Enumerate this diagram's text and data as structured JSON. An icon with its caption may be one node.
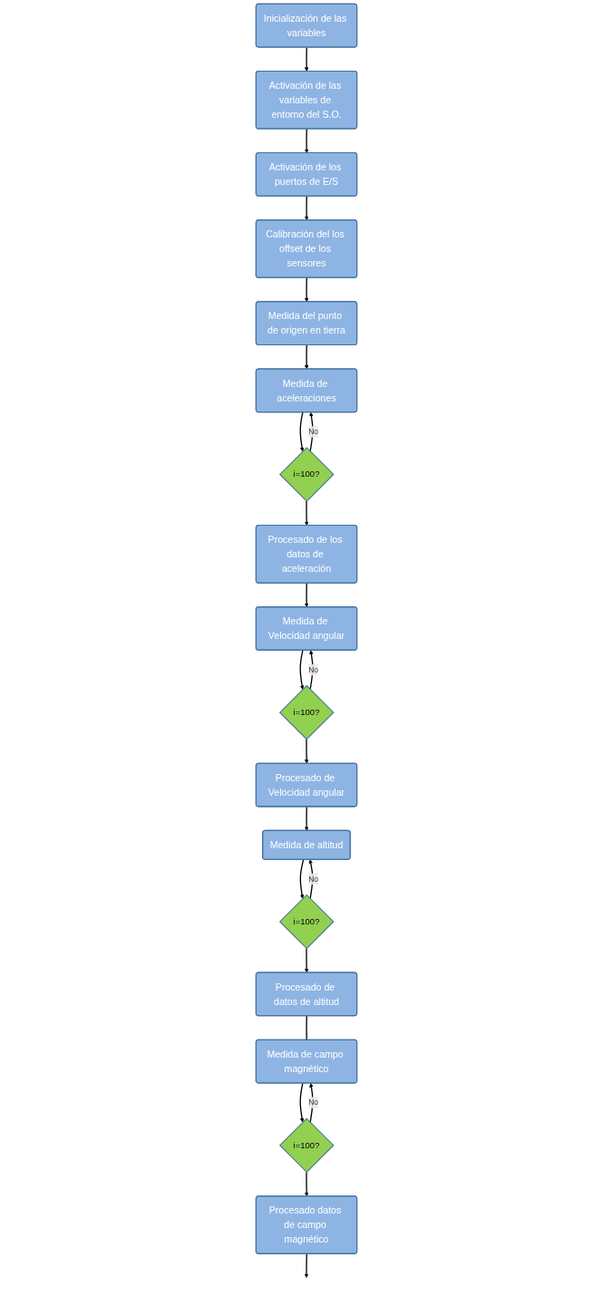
{
  "diagram": {
    "nodes": [
      {
        "text": [
          "Inicialización de las variables"
        ]
      },
      {
        "text": [
          "Activación de las variables de entorno del S.O."
        ]
      },
      {
        "text": [
          "Activación de los puertos de E/S"
        ]
      },
      {
        "text": [
          "Calibración del los offset de los sensores"
        ]
      },
      {
        "text": [
          "Medida del punto de origen en tierra"
        ]
      },
      {
        "text": [
          "Medida de aceleraciones"
        ]
      },
      {
        "text": [
          "i=100?"
        ]
      },
      {
        "text": [
          "Procesado de los datos de aceleración"
        ]
      },
      {
        "text": [
          "Medida de Velocidad angular"
        ]
      },
      {
        "text": [
          "i=100?"
        ]
      },
      {
        "text": [
          "Procesado de Velocidad angular"
        ]
      },
      {
        "text": [
          "Medida de altitud"
        ]
      },
      {
        "text": [
          "i=100?"
        ]
      },
      {
        "text": [
          "Procesado de datos de altitud"
        ]
      },
      {
        "text": [
          "Medida de campo magnético"
        ]
      },
      {
        "text": [
          "i=100?"
        ]
      },
      {
        "text": [
          "Procesado datos de campo magnético"
        ]
      }
    ],
    "edges": [
      {
        "from": 0,
        "to": 1,
        "arrow": "to"
      },
      {
        "from": 1,
        "to": 2,
        "arrow": "to"
      },
      {
        "from": 2,
        "to": 3,
        "arrow": "to"
      },
      {
        "from": 3,
        "to": 4,
        "arrow": "to"
      },
      {
        "from": 4,
        "to": 5,
        "arrow": "to"
      },
      {
        "from": 5,
        "to": 6,
        "arrow": "to"
      },
      {
        "from": 6,
        "to": 5,
        "label": "No",
        "arrow": "to"
      },
      {
        "from": 6,
        "to": 7,
        "arrow": "to"
      },
      {
        "from": 7,
        "to": 8,
        "arrow": "to"
      },
      {
        "from": 8,
        "to": 9,
        "arrow": "to"
      },
      {
        "from": 9,
        "to": 8,
        "label": "No",
        "arrow": "to"
      },
      {
        "from": 9,
        "to": 10,
        "arrow": "to"
      },
      {
        "from": 10,
        "to": 11,
        "arrow": "to"
      },
      {
        "from": 11,
        "to": 12,
        "arrow": "to"
      },
      {
        "from": 12,
        "to": 11,
        "label": "No",
        "arrow": "to"
      },
      {
        "from": 12,
        "to": 13,
        "arrow": "to"
      },
      {
        "from": 13,
        "to": 14,
        "arrow": "none"
      },
      {
        "from": 14,
        "to": 15,
        "arrow": "to"
      },
      {
        "from": 15,
        "to": 14,
        "label": "No",
        "arrow": "to"
      },
      {
        "from": 15,
        "to": 16,
        "arrow": "to"
      },
      {
        "from": 16,
        "to": null,
        "arrow": "to"
      }
    ]
  }
}
